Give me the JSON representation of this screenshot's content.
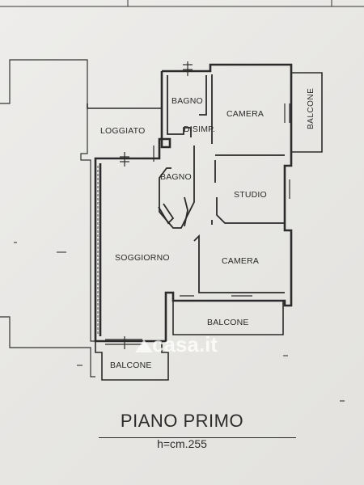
{
  "rooms": {
    "bagno_top": "BAGNO",
    "camera_top": "CAMERA",
    "balcone_right": "BALCONE",
    "loggiato": "LOGGIATO",
    "disimp": "DISIMP.",
    "bagno_mid": "BAGNO",
    "studio": "STUDIO",
    "soggiorno": "SOGGIORNO",
    "camera_bottom": "CAMERA",
    "balcone_bottom": "BALCONE",
    "balcone_left": "BALCONE"
  },
  "watermark": "casa.it",
  "floor_title": "PIANO PRIMO",
  "floor_height": "h=cm.255",
  "colors": {
    "ink": "#2b2b2b",
    "paper": "#ecebe9"
  }
}
